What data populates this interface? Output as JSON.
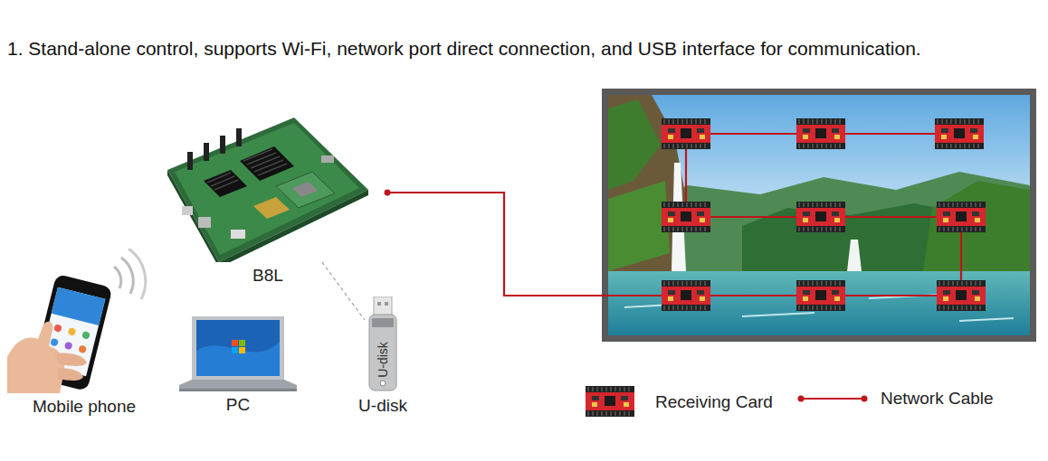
{
  "diagram": {
    "title": "1. Stand-alone control, supports Wi-Fi, network port direct connection, and USB interface for communication.",
    "nodes": [
      {
        "text": [
          "B8L"
        ]
      },
      {
        "text": [
          "Mobile phone"
        ]
      },
      {
        "text": [
          "PC"
        ]
      },
      {
        "text": [
          "U-disk",
          "U-disk"
        ]
      }
    ],
    "edges": [
      {
        "from": 0,
        "to": 3,
        "arrow": "none"
      }
    ],
    "legend": [
      {
        "text": "Receiving Card"
      },
      {
        "text": "Network Cable"
      }
    ]
  }
}
